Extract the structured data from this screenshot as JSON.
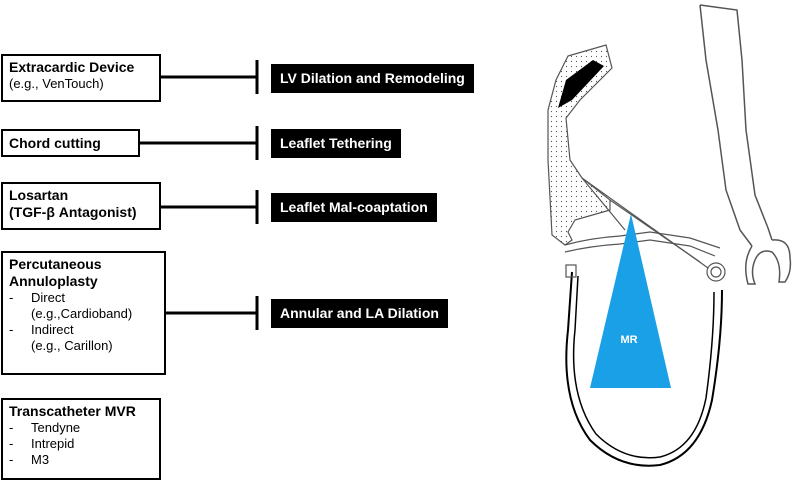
{
  "interventions": {
    "extracardiac": {
      "title": "Extracardic Device",
      "sub": "(e.g., VenTouch)"
    },
    "chord": {
      "title": "Chord cutting"
    },
    "losartan": {
      "title": "Losartan",
      "title2": "(TGF-β Antagonist)"
    },
    "annuloplasty": {
      "title": "Percutaneous",
      "title2": "Annuloplasty",
      "items": [
        {
          "label": "Direct",
          "sub": "(e.g.,Cardioband)"
        },
        {
          "label": "Indirect",
          "sub": "(e.g., Carillon)"
        }
      ]
    },
    "tmvr": {
      "title": "Transcatheter MVR",
      "items": [
        {
          "label": "Tendyne"
        },
        {
          "label": "Intrepid"
        },
        {
          "label": "M3"
        }
      ]
    }
  },
  "mechanisms": {
    "lv": "LV Dilation and Remodeling",
    "tethering": "Leaflet Tethering",
    "malcoaptation": "Leaflet Mal-coaptation",
    "annular": "Annular and LA Dilation"
  },
  "diagram": {
    "mr_label": "MR",
    "mr_color": "#1aa0e6",
    "device_color": "#000000"
  }
}
